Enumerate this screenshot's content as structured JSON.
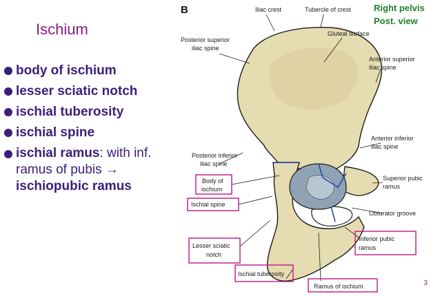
{
  "slide": {
    "title": "Ischium",
    "bullets": [
      {
        "bold": "body of ischium"
      },
      {
        "bold": "lesser sciatic notch"
      },
      {
        "bold": "ischial tuberosity"
      },
      {
        "bold": "ischial spine"
      },
      {
        "bold": "ischial ramus",
        "plain": ": with inf. ramus of pubis → ",
        "bold2": "ischiopubic ramus"
      }
    ],
    "page_number": "3"
  },
  "figure": {
    "panel_letter": "B",
    "view_label_line1": "Right pelvis",
    "view_label_line2": "Post. view",
    "labels": {
      "iliac_crest": "Iliac crest",
      "tubercle_of_crest": "Tubercle of crest",
      "gluteal_surface": "Gluteal surface",
      "posterior_superior_line1": "Posterior superior",
      "posterior_superior_line2": "iliac spine",
      "anterior_superior_line1": "Anterior superior",
      "anterior_superior_line2": "iliac spine",
      "anterior_inferior_line1": "Anterior inferior",
      "anterior_inferior_line2": "iliac spine",
      "posterior_inferior_line1": "Posterior inferior",
      "posterior_inferior_line2": "iliac spine",
      "superior_pubic_line1": "Superior pubic",
      "superior_pubic_line2": "ramus",
      "obturator_groove": "Obturator groove",
      "body_of_ischium_line1": "Body of",
      "body_of_ischium_line2": "ischium",
      "ischial_spine": "Ischial spine",
      "lesser_sciatic_line1": "Lesser sciatic",
      "lesser_sciatic_line2": "notch",
      "ischial_tuberosity": "Ischial tuberosity",
      "inferior_pubic_line1": "Inferior pubic",
      "inferior_pubic_line2": "ramus",
      "ramus_of_ischium": "Ramus of ischium"
    },
    "colors": {
      "bone": "#e6dcb1",
      "bone_shadow": "#c9bd8c",
      "highlight_box": "#c0128a",
      "boundary_line": "#1f4aa8",
      "acetabulum": "#8fa3b4",
      "heading": "#8a1a8a",
      "view_label": "#1e7f2a",
      "bullet_text": "#3a1f7a"
    }
  }
}
